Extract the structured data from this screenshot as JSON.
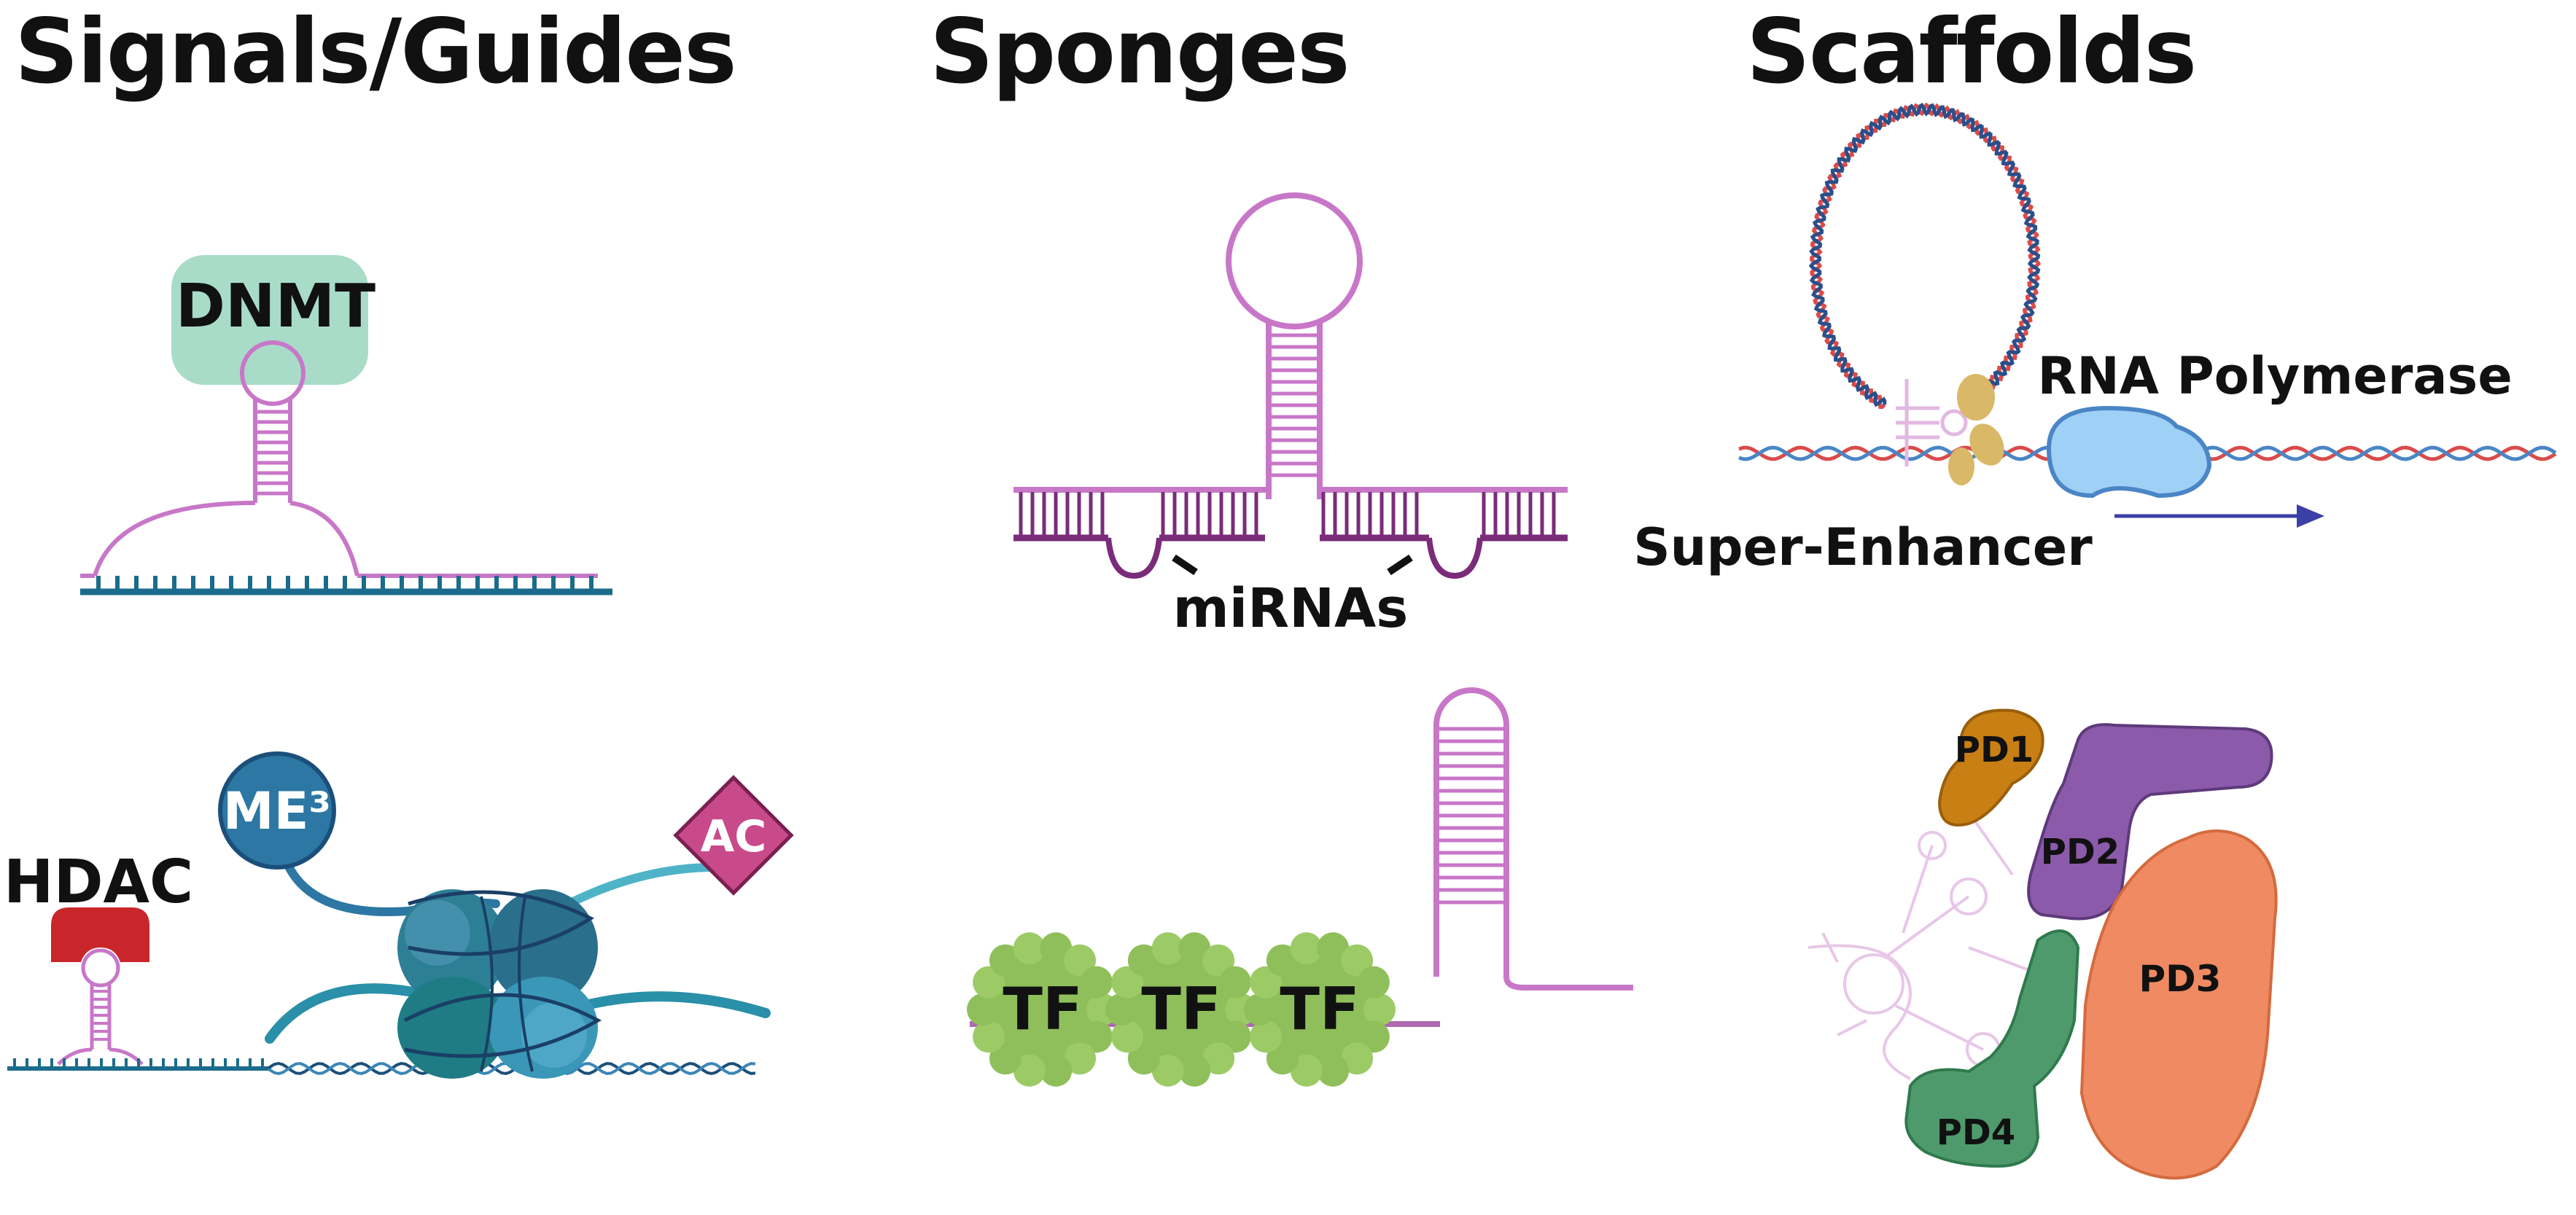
{
  "headers": {
    "signals": "Signals/Guides",
    "sponges": "Sponges",
    "scaffolds": "Scaffolds"
  },
  "labels": {
    "dnmt": "DNMT",
    "hdac": "HDAC",
    "me3": "ME³",
    "ac": "AC",
    "mirnas": "miRNAs",
    "tf": "TF",
    "rna_polymerase": "RNA Polymerase",
    "super_enhancer": "Super-Enhancer",
    "pd1": "PD1",
    "pd2": "PD2",
    "pd3": "PD3",
    "pd4": "PD4"
  },
  "colors": {
    "rna": "#c877c8",
    "dna_strand": "#1b6c8c",
    "sponge_rna": "#7a2c7a",
    "dnmt": "#a8dcc8",
    "hdac": "#c9262b",
    "me3": "#2c77a4",
    "ac": "#c94a8a",
    "histone": "#1e6f8a",
    "tf": "#8fbf5a",
    "polymerase": "#9fd0f5",
    "enhancer_protein": "#d9b867",
    "dna_red": "#d94b4b",
    "dna_blue": "#4a86c6",
    "pd1": "#c87f14",
    "pd2": "#8c5aaa",
    "pd3": "#ef8a62",
    "pd4": "#4f9a6d"
  }
}
